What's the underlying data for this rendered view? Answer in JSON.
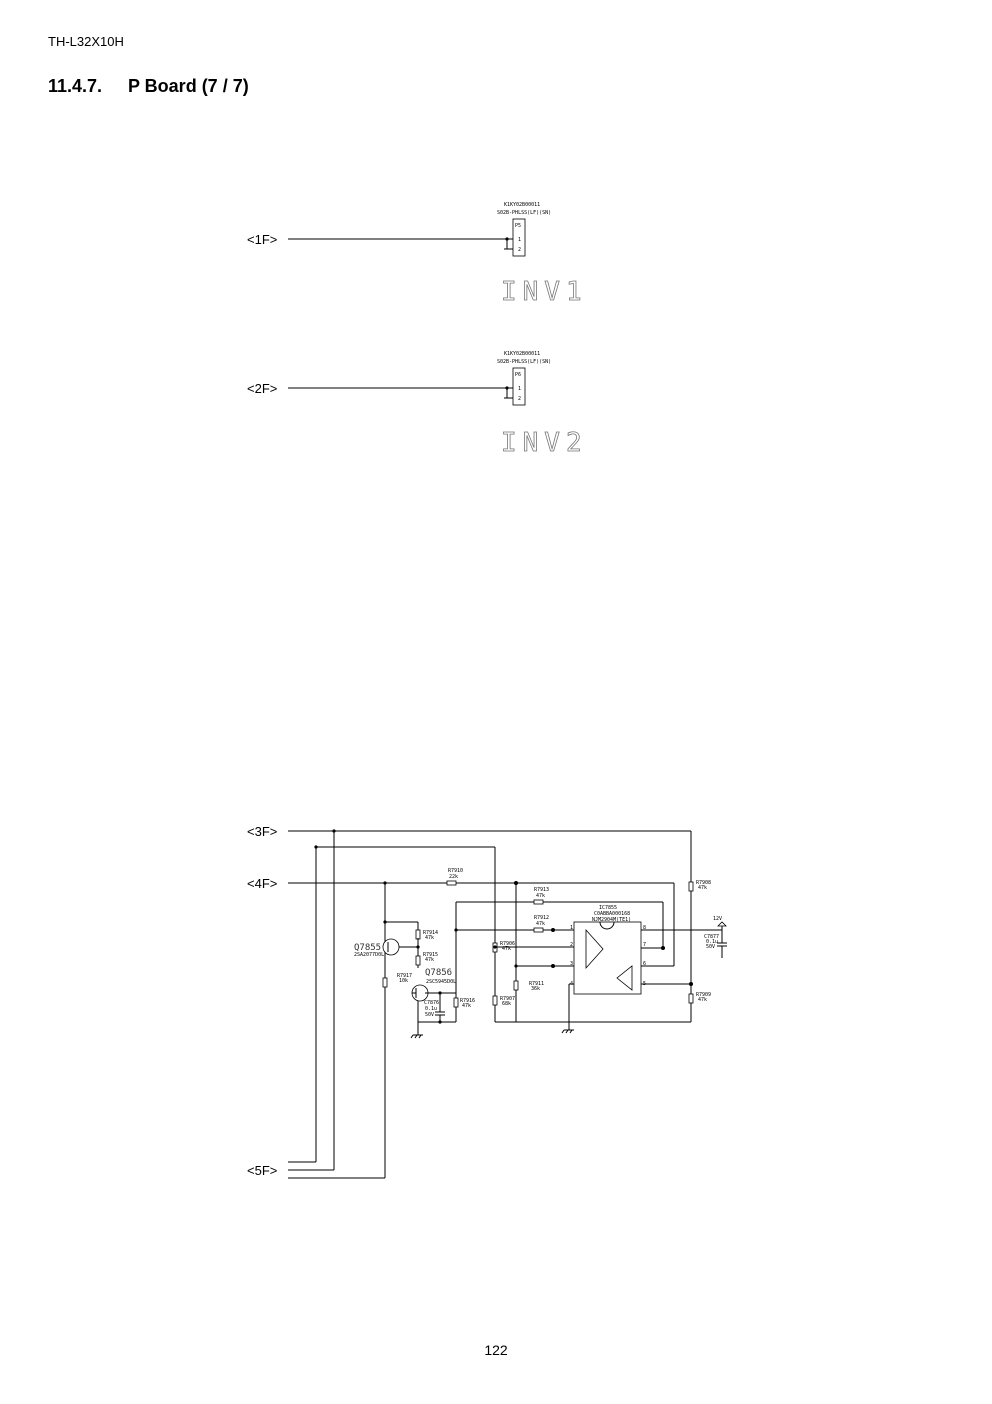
{
  "header": {
    "model": "TH-L32X10H"
  },
  "section": {
    "number": "11.4.7.",
    "title": "P Board (7 / 7)"
  },
  "footer": {
    "page": "122"
  },
  "connectors": {
    "p5": {
      "part": "K1KY02B00011",
      "desc": "S02B-PHLSS(LF)(SN)",
      "ref": "P5",
      "pin1": "1",
      "pin2": "2",
      "block": "INV1"
    },
    "p6": {
      "part": "K1KY02B00011",
      "desc": "S02B-PHLSS(LF)(SN)",
      "ref": "P6",
      "pin1": "1",
      "pin2": "2",
      "block": "INV2"
    }
  },
  "nets": {
    "n1": "<1F>",
    "n2": "<2F>",
    "n3": "<3F>",
    "n4": "<4F>",
    "n5": "<5F>"
  },
  "components": {
    "r7910": {
      "ref": "R7910",
      "val": "22k"
    },
    "r7913": {
      "ref": "R7913",
      "val": "47k"
    },
    "r7912": {
      "ref": "R7912",
      "val": "47k"
    },
    "r7914": {
      "ref": "R7914",
      "val": "47k"
    },
    "r7915": {
      "ref": "R7915",
      "val": "47k"
    },
    "r7917": {
      "ref": "R7917",
      "val": "10k"
    },
    "r7916": {
      "ref": "R7916",
      "val": "47k"
    },
    "r7906": {
      "ref": "R7906",
      "val": "47k"
    },
    "r7907": {
      "ref": "R7907",
      "val": "68k"
    },
    "r7911": {
      "ref": "R7911",
      "val": "36k"
    },
    "r7908": {
      "ref": "R7908",
      "val": "47k"
    },
    "r7909": {
      "ref": "R7909",
      "val": "47k"
    },
    "q7855": {
      "ref": "Q7855",
      "part": "2SA2077D0L"
    },
    "q7856": {
      "ref": "Q7856",
      "part": "2SC5945D0L"
    },
    "c7876": {
      "ref": "C7876",
      "val": "0.1u",
      "volt": "50V"
    },
    "c7877": {
      "ref": "C7877",
      "val": "0.1u",
      "volt": "50V"
    },
    "ic7855": {
      "ref": "IC7855",
      "part": "C0ABBA000168",
      "desc": "NJM2904M(TE1)"
    },
    "supply": "12V"
  },
  "ic_pins": [
    "1",
    "2",
    "3",
    "4",
    "5",
    "6",
    "7",
    "8"
  ]
}
